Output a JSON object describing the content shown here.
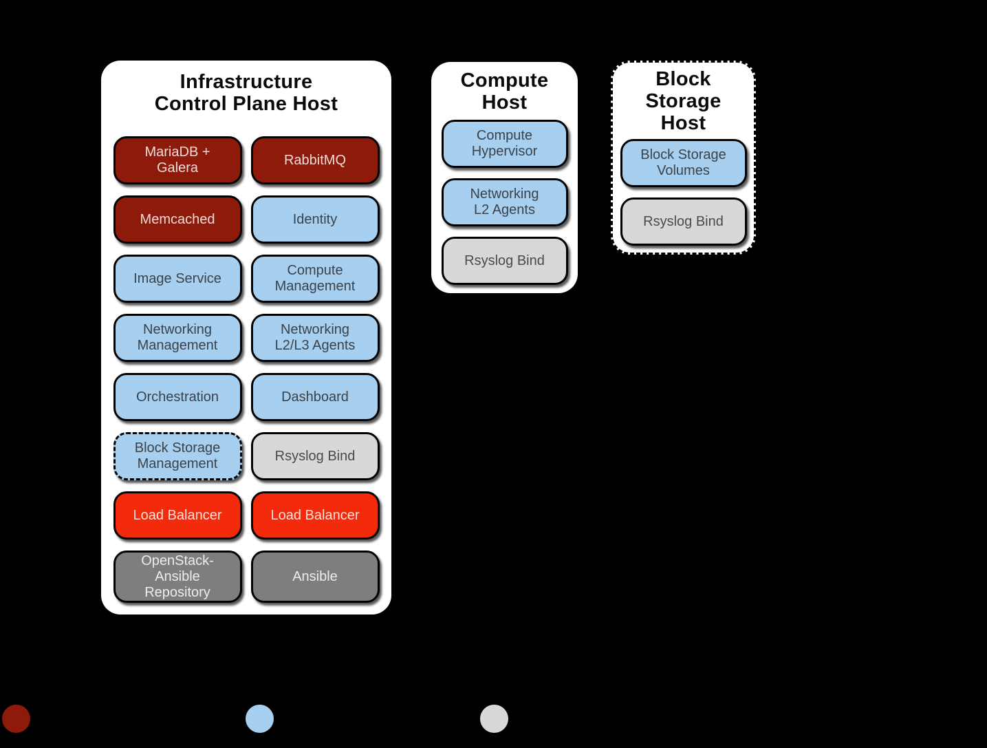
{
  "colors": {
    "background": "#000000",
    "container": "#FFFFFF",
    "outline": "#000000",
    "infra_service": "#8E1A0C",
    "openstack_service": "#A7CFF0",
    "other_service": "#D8D8D8",
    "load_balancer": "#F42A0C",
    "deployment": "#7E7E7E"
  },
  "hosts": {
    "infra": {
      "title": "Infrastructure\nControl Plane Host",
      "boxes": [
        {
          "name": "mariadb-galera",
          "label": "MariaDB +\nGalera",
          "type": "infra"
        },
        {
          "name": "rabbitmq",
          "label": "RabbitMQ",
          "type": "infra"
        },
        {
          "name": "memcached",
          "label": "Memcached",
          "type": "infra"
        },
        {
          "name": "identity",
          "label": "Identity",
          "type": "os"
        },
        {
          "name": "image-service",
          "label": "Image Service",
          "type": "os"
        },
        {
          "name": "compute-management",
          "label": "Compute\nManagement",
          "type": "os"
        },
        {
          "name": "networking-management",
          "label": "Networking\nManagement",
          "type": "os"
        },
        {
          "name": "networking-l2-l3-agents",
          "label": "Networking\nL2/L3 Agents",
          "type": "os"
        },
        {
          "name": "orchestration",
          "label": "Orchestration",
          "type": "os"
        },
        {
          "name": "dashboard",
          "label": "Dashboard",
          "type": "os"
        },
        {
          "name": "block-storage-management",
          "label": "Block Storage\nManagement",
          "type": "os",
          "dashed": true
        },
        {
          "name": "rsyslog-bind",
          "label": "Rsyslog Bind",
          "type": "other"
        },
        {
          "name": "load-balancer-1",
          "label": "Load Balancer",
          "type": "lb"
        },
        {
          "name": "load-balancer-2",
          "label": "Load Balancer",
          "type": "lb"
        },
        {
          "name": "openstack-ansible-repository",
          "label": "OpenStack-\nAnsible\nRepository",
          "type": "deploy"
        },
        {
          "name": "ansible",
          "label": "Ansible",
          "type": "deploy"
        }
      ]
    },
    "compute": {
      "title": "Compute\nHost",
      "boxes": [
        {
          "name": "compute-hypervisor",
          "label": "Compute\nHypervisor",
          "type": "os"
        },
        {
          "name": "networking-l2-agents",
          "label": "Networking\nL2 Agents",
          "type": "os"
        },
        {
          "name": "rsyslog-bind",
          "label": "Rsyslog Bind",
          "type": "other"
        }
      ]
    },
    "block_storage": {
      "title": "Block\nStorage\nHost",
      "boxes": [
        {
          "name": "block-storage-volumes",
          "label": "Block Storage\nVolumes",
          "type": "os"
        },
        {
          "name": "rsyslog-bind",
          "label": "Rsyslog Bind",
          "type": "other"
        }
      ]
    }
  },
  "legend": {
    "dots": [
      {
        "name": "dark-red-dot",
        "color_key": "infra_service"
      },
      {
        "name": "light-blue-dot",
        "color_key": "openstack_service"
      },
      {
        "name": "gray-dot",
        "color_key": "other_service"
      }
    ]
  }
}
